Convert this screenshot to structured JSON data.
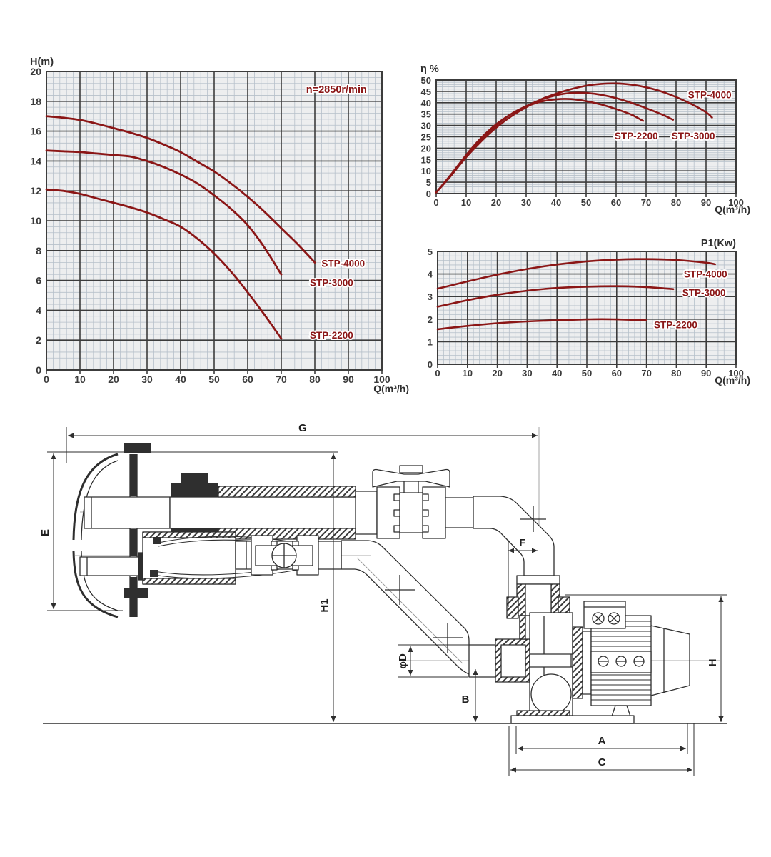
{
  "colors": {
    "curve": "#8b1616",
    "series_label": "#8b1616",
    "grid_minor": "#b6c0ca",
    "grid_major": "#3c3c3c",
    "chart_bg": "#edeeef",
    "axis_text": "#3a3a3a",
    "drawing_line": "#2e2e2e"
  },
  "chart_data": [
    {
      "type": "line",
      "title": "H(m)",
      "xlabel": "Q(m³/h)",
      "ylabel": "H(m)",
      "xlim": [
        0,
        100
      ],
      "ylim": [
        0,
        20
      ],
      "x_ticks": [
        0,
        10,
        20,
        30,
        40,
        50,
        60,
        70,
        80,
        90,
        100
      ],
      "y_ticks": [
        0,
        2,
        4,
        6,
        8,
        10,
        12,
        14,
        16,
        18,
        20
      ],
      "x_minor_step": 2,
      "y_minor_step": 0.4,
      "grid": true,
      "legend_position": "inline-labels",
      "annotation": {
        "text": "n=2850r/min",
        "x": 95.5,
        "y": 18.8,
        "anchor": "end"
      },
      "series": [
        {
          "name": "STP-4000",
          "label_x": 82,
          "label_y": 7.15,
          "points": [
            [
              0,
              17
            ],
            [
              5,
              16.9
            ],
            [
              10,
              16.75
            ],
            [
              15,
              16.5
            ],
            [
              20,
              16.2
            ],
            [
              25,
              15.9
            ],
            [
              30,
              15.55
            ],
            [
              35,
              15.1
            ],
            [
              40,
              14.6
            ],
            [
              45,
              13.95
            ],
            [
              50,
              13.3
            ],
            [
              55,
              12.5
            ],
            [
              60,
              11.6
            ],
            [
              65,
              10.6
            ],
            [
              70,
              9.5
            ],
            [
              75,
              8.4
            ],
            [
              80,
              7.2
            ]
          ]
        },
        {
          "name": "STP-3000",
          "label_x": 78.5,
          "label_y": 5.85,
          "points": [
            [
              0,
              14.7
            ],
            [
              5,
              14.65
            ],
            [
              10,
              14.6
            ],
            [
              15,
              14.5
            ],
            [
              20,
              14.4
            ],
            [
              25,
              14.3
            ],
            [
              30,
              14.0
            ],
            [
              35,
              13.6
            ],
            [
              40,
              13.1
            ],
            [
              45,
              12.5
            ],
            [
              50,
              11.7
            ],
            [
              55,
              10.8
            ],
            [
              60,
              9.7
            ],
            [
              65,
              8.2
            ],
            [
              70,
              6.4
            ]
          ]
        },
        {
          "name": "STP-2200",
          "label_x": 78.5,
          "label_y": 2.35,
          "points": [
            [
              0,
              12.1
            ],
            [
              5,
              12.0
            ],
            [
              10,
              11.8
            ],
            [
              15,
              11.5
            ],
            [
              20,
              11.2
            ],
            [
              25,
              10.9
            ],
            [
              30,
              10.55
            ],
            [
              35,
              10.1
            ],
            [
              40,
              9.6
            ],
            [
              45,
              8.8
            ],
            [
              50,
              7.8
            ],
            [
              55,
              6.6
            ],
            [
              60,
              5.2
            ],
            [
              65,
              3.7
            ],
            [
              70,
              2.1
            ]
          ]
        }
      ]
    },
    {
      "type": "line",
      "title": "η %",
      "xlabel": "Q(m³/h)",
      "xlim": [
        0,
        100
      ],
      "ylim": [
        0,
        50
      ],
      "x_ticks": [
        0,
        10,
        20,
        30,
        40,
        50,
        60,
        70,
        80,
        90,
        100
      ],
      "y_ticks": [
        0,
        5,
        10,
        15,
        20,
        25,
        30,
        35,
        40,
        45,
        50
      ],
      "x_minor_step": 2,
      "y_minor_step": 1,
      "grid": true,
      "legend_position": "inline-labels",
      "series": [
        {
          "name": "STP-4000",
          "label_x": 84,
          "label_y": 43.5,
          "points": [
            [
              0,
              0.5
            ],
            [
              5,
              8
            ],
            [
              10,
              16
            ],
            [
              15,
              23
            ],
            [
              20,
              29
            ],
            [
              25,
              34
            ],
            [
              30,
              38
            ],
            [
              35,
              41.5
            ],
            [
              40,
              44
            ],
            [
              45,
              46
            ],
            [
              50,
              47.5
            ],
            [
              55,
              48.3
            ],
            [
              60,
              48.5
            ],
            [
              65,
              48
            ],
            [
              70,
              46.8
            ],
            [
              75,
              45
            ],
            [
              80,
              42.5
            ],
            [
              85,
              39.5
            ],
            [
              90,
              35.8
            ],
            [
              92,
              33.5
            ]
          ]
        },
        {
          "name": "STP-3000",
          "label_x": 78.5,
          "label_y": 25.5,
          "points": [
            [
              0,
              0.5
            ],
            [
              5,
              8
            ],
            [
              10,
              16.5
            ],
            [
              15,
              24
            ],
            [
              20,
              30
            ],
            [
              25,
              35
            ],
            [
              30,
              38.5
            ],
            [
              35,
              41.3
            ],
            [
              40,
              43.3
            ],
            [
              45,
              44.3
            ],
            [
              50,
              44.3
            ],
            [
              55,
              43.5
            ],
            [
              60,
              42
            ],
            [
              65,
              40
            ],
            [
              70,
              37.6
            ],
            [
              75,
              35
            ],
            [
              79,
              32.5
            ]
          ]
        },
        {
          "name": "STP-2200",
          "label_x": 59.5,
          "label_y": 25.5,
          "points": [
            [
              0,
              0.5
            ],
            [
              5,
              8.5
            ],
            [
              10,
              17
            ],
            [
              15,
              24.5
            ],
            [
              20,
              30.5
            ],
            [
              25,
              35
            ],
            [
              30,
              38.3
            ],
            [
              35,
              40.5
            ],
            [
              40,
              41.5
            ],
            [
              45,
              41.6
            ],
            [
              50,
              40.7
            ],
            [
              55,
              39.2
            ],
            [
              60,
              37.2
            ],
            [
              65,
              34.8
            ],
            [
              69,
              32
            ]
          ]
        }
      ]
    },
    {
      "type": "line",
      "title": "P1(Kw)",
      "xlabel": "Q(m³/h)",
      "xlim": [
        0,
        100
      ],
      "ylim": [
        0,
        5
      ],
      "x_ticks": [
        0,
        10,
        20,
        30,
        40,
        50,
        60,
        70,
        80,
        90,
        100
      ],
      "y_ticks": [
        0,
        1,
        2,
        3,
        4,
        5
      ],
      "x_minor_step": 2,
      "y_minor_step": 0.2,
      "grid": true,
      "legend_position": "inline-labels",
      "series": [
        {
          "name": "STP-4000",
          "label_x": 82.5,
          "label_y": 4.0,
          "points": [
            [
              0,
              3.35
            ],
            [
              10,
              3.67
            ],
            [
              20,
              3.97
            ],
            [
              30,
              4.22
            ],
            [
              40,
              4.42
            ],
            [
              50,
              4.56
            ],
            [
              60,
              4.64
            ],
            [
              70,
              4.66
            ],
            [
              80,
              4.62
            ],
            [
              90,
              4.5
            ],
            [
              93,
              4.43
            ]
          ]
        },
        {
          "name": "STP-3000",
          "label_x": 82,
          "label_y": 3.18,
          "points": [
            [
              0,
              2.55
            ],
            [
              10,
              2.84
            ],
            [
              20,
              3.08
            ],
            [
              30,
              3.26
            ],
            [
              40,
              3.38
            ],
            [
              50,
              3.44
            ],
            [
              60,
              3.46
            ],
            [
              70,
              3.42
            ],
            [
              79,
              3.33
            ]
          ]
        },
        {
          "name": "STP-2200",
          "label_x": 72.5,
          "label_y": 1.75,
          "points": [
            [
              0,
              1.55
            ],
            [
              10,
              1.7
            ],
            [
              20,
              1.82
            ],
            [
              30,
              1.9
            ],
            [
              40,
              1.95
            ],
            [
              50,
              1.99
            ],
            [
              55,
              2.0
            ],
            [
              60,
              1.99
            ],
            [
              70,
              1.95
            ]
          ]
        }
      ]
    }
  ],
  "drawing": {
    "dim_labels": {
      "g": "G",
      "e": "E",
      "h1": "H1",
      "f": "F",
      "phi_d": "φD",
      "b": "B",
      "a": "A",
      "c": "C",
      "h": "H"
    }
  }
}
